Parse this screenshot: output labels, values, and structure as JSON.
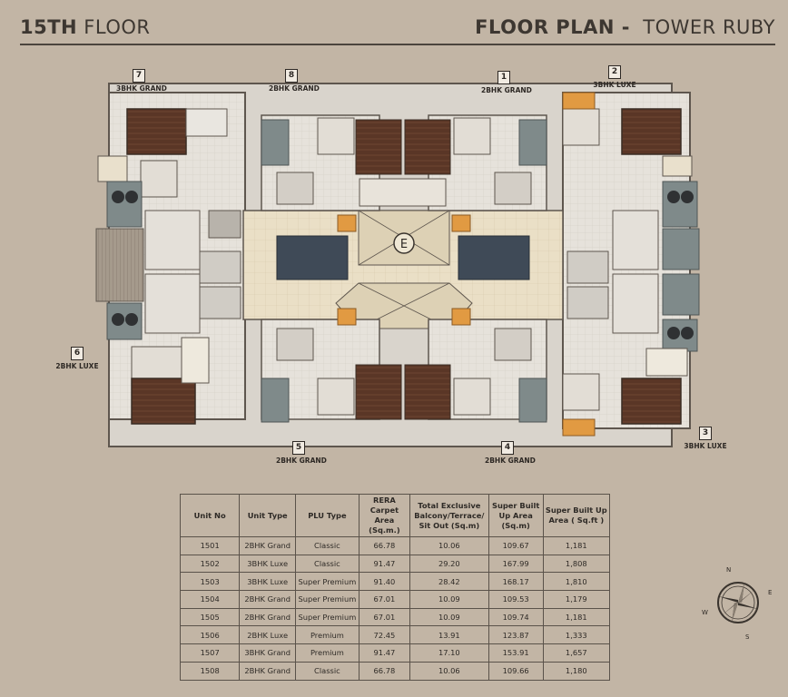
{
  "header": {
    "floor_bold": "15TH",
    "floor_rest": " FLOOR",
    "plan_bold": "FLOOR PLAN -",
    "plan_rest": "  TOWER RUBY"
  },
  "plan": {
    "center_marker": "E",
    "units": [
      {
        "num": "7",
        "type": "3BHK GRAND"
      },
      {
        "num": "8",
        "type": "2BHK GRAND"
      },
      {
        "num": "1",
        "type": "2BHK GRAND"
      },
      {
        "num": "2",
        "type": "3BHK LUXE"
      },
      {
        "num": "6",
        "type": "2BHK LUXE"
      },
      {
        "num": "5",
        "type": "2BHK GRAND"
      },
      {
        "num": "4",
        "type": "2BHK GRAND"
      },
      {
        "num": "3",
        "type": "3BHK LUXE"
      }
    ]
  },
  "table": {
    "headers": [
      "Unit No",
      "Unit Type",
      "PLU Type",
      "RERA Carpet Area (Sq.m.)",
      "Total Exclusive Balcony/Terrace/ Sit Out (Sq.m)",
      "Super Built Up Area (Sq.m)",
      "Super Built Up Area ( Sq.ft )"
    ],
    "rows": [
      [
        "1501",
        "2BHK Grand",
        "Classic",
        "66.78",
        "10.06",
        "109.67",
        "1,181"
      ],
      [
        "1502",
        "3BHK Luxe",
        "Classic",
        "91.47",
        "29.20",
        "167.99",
        "1,808"
      ],
      [
        "1503",
        "3BHK Luxe",
        "Super Premium",
        "91.40",
        "28.42",
        "168.17",
        "1,810"
      ],
      [
        "1504",
        "2BHK Grand",
        "Super Premium",
        "67.01",
        "10.09",
        "109.53",
        "1,179"
      ],
      [
        "1505",
        "2BHK Grand",
        "Super Premium",
        "67.01",
        "10.09",
        "109.74",
        "1,181"
      ],
      [
        "1506",
        "2BHK Luxe",
        "Premium",
        "72.45",
        "13.91",
        "123.87",
        "1,333"
      ],
      [
        "1507",
        "3BHK Grand",
        "Premium",
        "91.47",
        "17.10",
        "153.91",
        "1,657"
      ],
      [
        "1508",
        "2BHK Grand",
        "Classic",
        "66.78",
        "10.06",
        "109.66",
        "1,180"
      ]
    ]
  },
  "compass": {
    "n": "N",
    "e": "E",
    "s": "S",
    "w": "W"
  },
  "colors": {
    "background": "#c2b5a5",
    "text": "#3a342e",
    "wall": "#6e655c",
    "floor_wood": "#5a3a2a",
    "floor_tile": "#e8e4dc",
    "lobby": "#e9dcc0"
  }
}
